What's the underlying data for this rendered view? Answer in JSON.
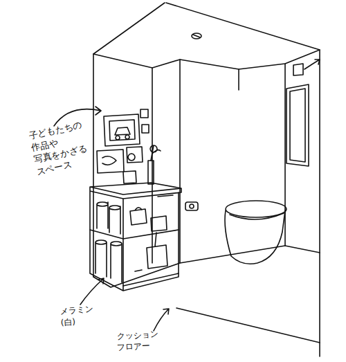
{
  "diagram": {
    "labels": [
      "子どもたちの 作品や 写真をかざる スペース",
      "メラミン (白)",
      "クッション フロアー"
    ]
  }
}
